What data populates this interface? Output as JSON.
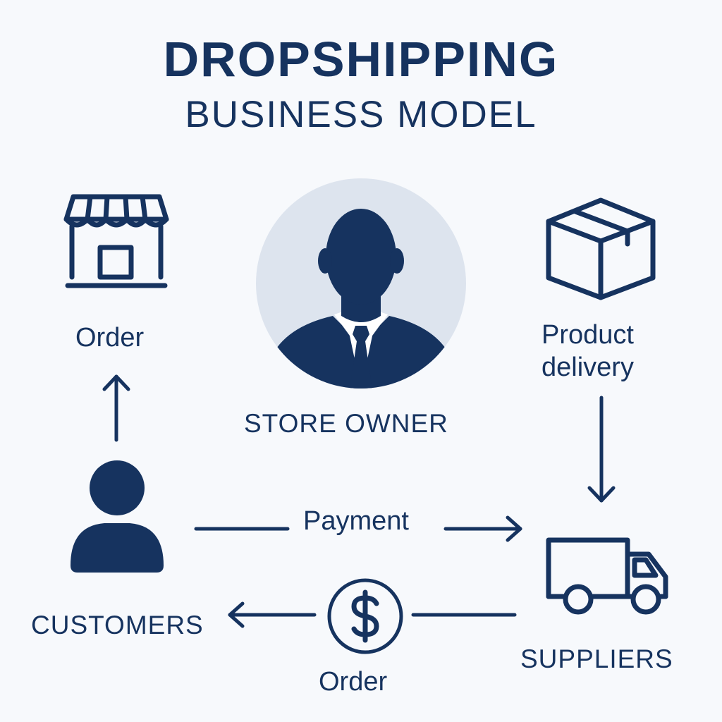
{
  "header": {
    "title": "DROPSHIPPING",
    "subtitle": "BUSINESS MODEL"
  },
  "nodes": {
    "store_owner": {
      "label": "STORE OWNER",
      "icon": "businessman-icon"
    },
    "store": {
      "icon": "storefront-icon"
    },
    "package": {
      "icon": "package-box-icon"
    },
    "customers": {
      "label": "CUSTOMERS",
      "icon": "person-icon"
    },
    "suppliers": {
      "label": "SUPPLIERS",
      "icon": "delivery-truck-icon"
    },
    "payment_coin": {
      "icon": "dollar-coin-icon"
    }
  },
  "edges": {
    "order_top": "Order",
    "product_delivery_line1": "Product",
    "product_delivery_line2": "delivery",
    "payment": "Payment",
    "order_bottom": "Order"
  },
  "colors": {
    "primary": "#16335f",
    "avatar_bg": "#dde4ee",
    "background": "#f7f9fc"
  }
}
